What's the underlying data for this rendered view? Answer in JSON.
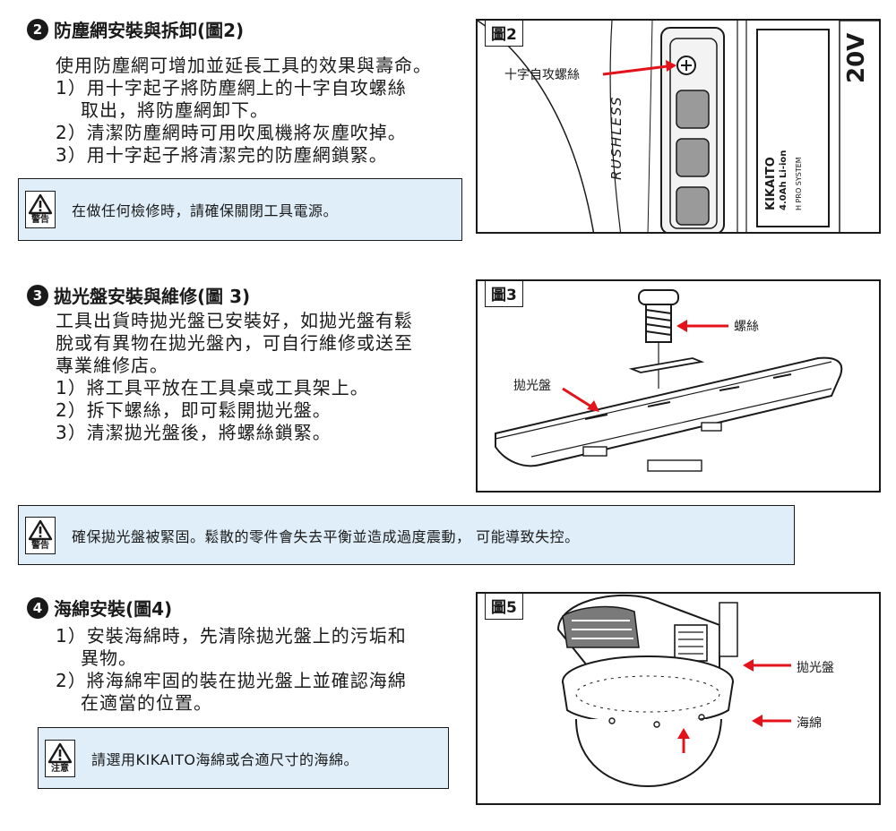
{
  "section2": {
    "number": "2",
    "title": "防塵網安裝與拆卸(圖2)",
    "lines": [
      "使用防塵網可增加並延長工具的效果與壽命。",
      "1）用十字起子將防塵網上的十字自攻螺絲",
      "取出，將防塵網卸下。",
      "2）清潔防塵網時可用吹風機將灰塵吹掉。",
      "3）用十字起子將清潔完的防塵網鎖緊。"
    ],
    "warning": {
      "label": "警告",
      "text": "在做任何檢修時，請確保關閉工具電源。"
    },
    "figure": {
      "tag": "圖2",
      "callout": "十字自攻螺絲",
      "device_text": [
        "20V",
        "KIKAITO",
        "4.0Ah Li-ion",
        "H PRO SYSTEM",
        "RUSHLESS"
      ]
    }
  },
  "section3": {
    "number": "3",
    "title": "拋光盤安裝與維修(圖 3)",
    "lines": [
      "工具出貨時拋光盤已安裝好，如拋光盤有鬆",
      "脫或有異物在拋光盤內，可自行維修或送至",
      "專業維修店。",
      "1）將工具平放在工具桌或工具架上。",
      "2）拆下螺絲，即可鬆開拋光盤。",
      "3）清潔拋光盤後，將螺絲鎖緊。"
    ],
    "figure": {
      "tag": "圖3",
      "screw_label": "螺絲",
      "pad_label": "拋光盤"
    }
  },
  "warning_wide": {
    "label": "警告",
    "text": "確保拋光盤被緊固。鬆散的零件會失去平衡並造成過度震動， 可能導致失控。"
  },
  "section4": {
    "number": "4",
    "title": "海綿安裝(圖4)",
    "lines": [
      "1）安裝海綿時，先清除拋光盤上的污垢和",
      "異物。",
      "2）將海綿牢固的裝在拋光盤上並確認海綿",
      "在適當的位置。"
    ],
    "caution": {
      "label": "注意",
      "text": "請選用KIKAITO海綿或合適尺寸的海綿。"
    },
    "figure": {
      "tag": "圖5",
      "pad_label": "拋光盤",
      "sponge_label": "海綿"
    }
  },
  "colors": {
    "callout_red": "#e3121b",
    "note_bg": "#dfeef8",
    "ink": "#1a1a1a"
  },
  "icons": [
    "warning-triangle-icon",
    "step-number-badge"
  ]
}
